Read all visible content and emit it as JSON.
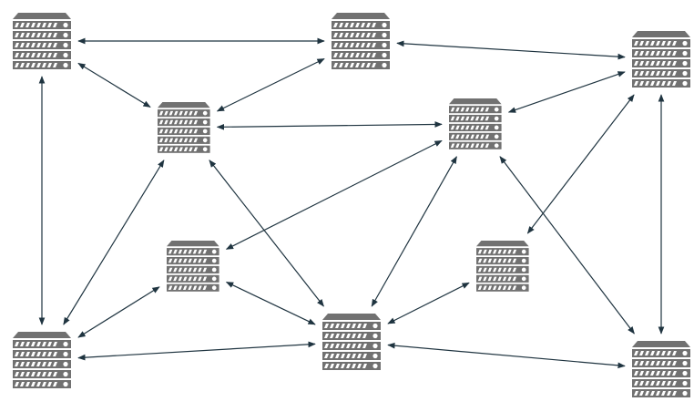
{
  "diagram": {
    "type": "network-topology",
    "colors": {
      "server": "#717171",
      "server_detail": "#ffffff",
      "connection": "#1f3440",
      "background": "#ffffff"
    },
    "icon": "server-rack-icon",
    "connection_style": "double-headed-arrow",
    "nodes": [
      {
        "id": "server-1"
      },
      {
        "id": "server-2"
      },
      {
        "id": "server-3"
      },
      {
        "id": "server-4"
      },
      {
        "id": "server-5"
      },
      {
        "id": "server-6"
      },
      {
        "id": "server-7"
      },
      {
        "id": "server-8"
      },
      {
        "id": "server-9"
      },
      {
        "id": "server-10"
      },
      {
        "id": "server-11"
      }
    ],
    "connections": [
      [
        "server-1",
        "server-2"
      ],
      [
        "server-2",
        "server-3"
      ],
      [
        "server-1",
        "server-4"
      ],
      [
        "server-2",
        "server-4"
      ],
      [
        "server-4",
        "server-5"
      ],
      [
        "server-3",
        "server-5"
      ],
      [
        "server-1",
        "server-9"
      ],
      [
        "server-4",
        "server-9"
      ],
      [
        "server-4",
        "server-10"
      ],
      [
        "server-5",
        "server-6"
      ],
      [
        "server-5",
        "server-10"
      ],
      [
        "server-5",
        "server-11"
      ],
      [
        "server-3",
        "server-7"
      ],
      [
        "server-3",
        "server-11"
      ],
      [
        "server-6",
        "server-9"
      ],
      [
        "server-6",
        "server-10"
      ],
      [
        "server-7",
        "server-10"
      ],
      [
        "server-9",
        "server-10"
      ],
      [
        "server-10",
        "server-11"
      ]
    ]
  }
}
